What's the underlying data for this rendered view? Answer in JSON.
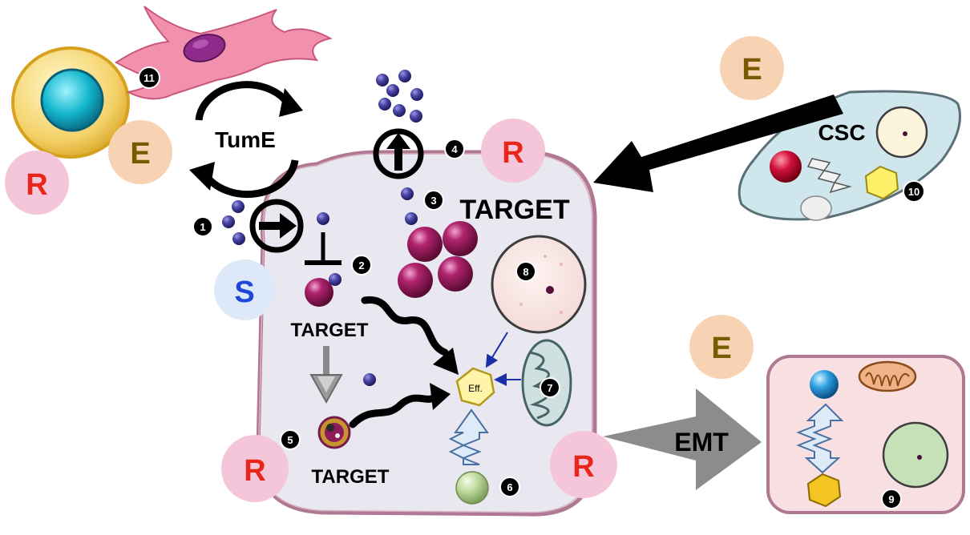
{
  "labels": {
    "tume": "TumE",
    "target_main": "TARGET",
    "target_left": "TARGET",
    "target_bottom": "TARGET",
    "csc": "CSC",
    "emt": "EMT",
    "eff": "Eff."
  },
  "badges": {
    "r_topleft": "R",
    "e_topleft": "E",
    "s": "S",
    "r_top": "R",
    "e_topright": "E",
    "r_bottomleft": "R",
    "r_bottomright": "R",
    "e_right": "E"
  },
  "numbers": [
    "1",
    "2",
    "3",
    "4",
    "5",
    "6",
    "7",
    "8",
    "9",
    "10",
    "11"
  ],
  "colors": {
    "badge_r_bg": "#f5c6da",
    "badge_r_text": "#e8261b",
    "badge_e_bg": "#f8d3b3",
    "badge_e_text": "#7a5a00",
    "badge_s_bg": "#dde9f8",
    "badge_s_text": "#1f47d8",
    "cell_fill": "#e9e7ef",
    "cell_stroke": "#b07892",
    "csc_fill": "#cfe6ec",
    "emt_cell_fill": "#f7dfe2",
    "molecule": "#3f3b8f",
    "receptor": "#8d1a5a"
  }
}
